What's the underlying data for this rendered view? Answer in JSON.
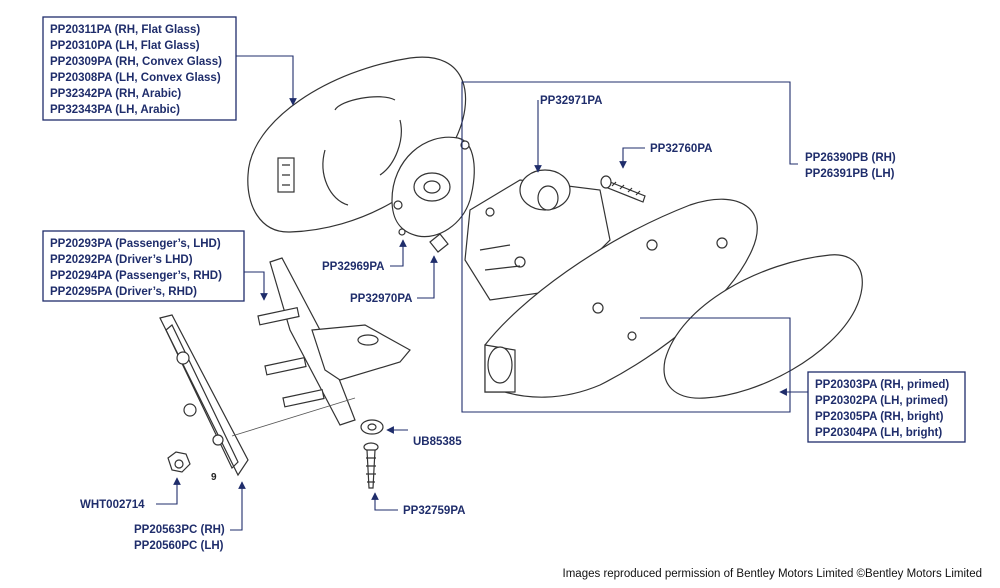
{
  "boxes": {
    "mirror_glass": [
      "PP20311PA (RH, Flat Glass)",
      "PP20310PA (LH, Flat Glass)",
      "PP20309PA (RH, Convex Glass)",
      "PP20308PA (LH, Convex Glass)",
      "PP32342PA (RH, Arabic)",
      "PP32343PA (LH, Arabic)"
    ],
    "base": [
      "PP20293PA (Passenger’s, LHD)",
      "PP20292PA (Driver’s LHD)",
      "PP20294PA (Passenger’s, RHD)",
      "PP20295PA (Driver’s, RHD)"
    ],
    "cover": [
      "PP20303PA (RH, primed)",
      "PP20302PA (LH, primed)",
      "PP20305PA (RH, bright)",
      "PP20304PA (LH, bright)"
    ]
  },
  "callouts": {
    "motor": "PP32971PA",
    "screw_top": "PP32760PA",
    "housing_rh": "PP26390PB (RH)",
    "housing_lh": "PP26391PB (LH)",
    "plate": "PP32969PA",
    "clip": "PP32970PA",
    "washer": "UB85385",
    "screw_bottom": "PP32759PA",
    "nut": "WHT002714",
    "gasket_rh": "PP20563PC (RH)",
    "gasket_lh": "PP20560PC (LH)",
    "qty": "9"
  },
  "credit": "Images reproduced permission of Bentley Motors Limited ©Bentley Motors Limited",
  "colors": {
    "label": "#1f2d6b",
    "line": "#1f2d6b",
    "drawing": "#333333"
  }
}
